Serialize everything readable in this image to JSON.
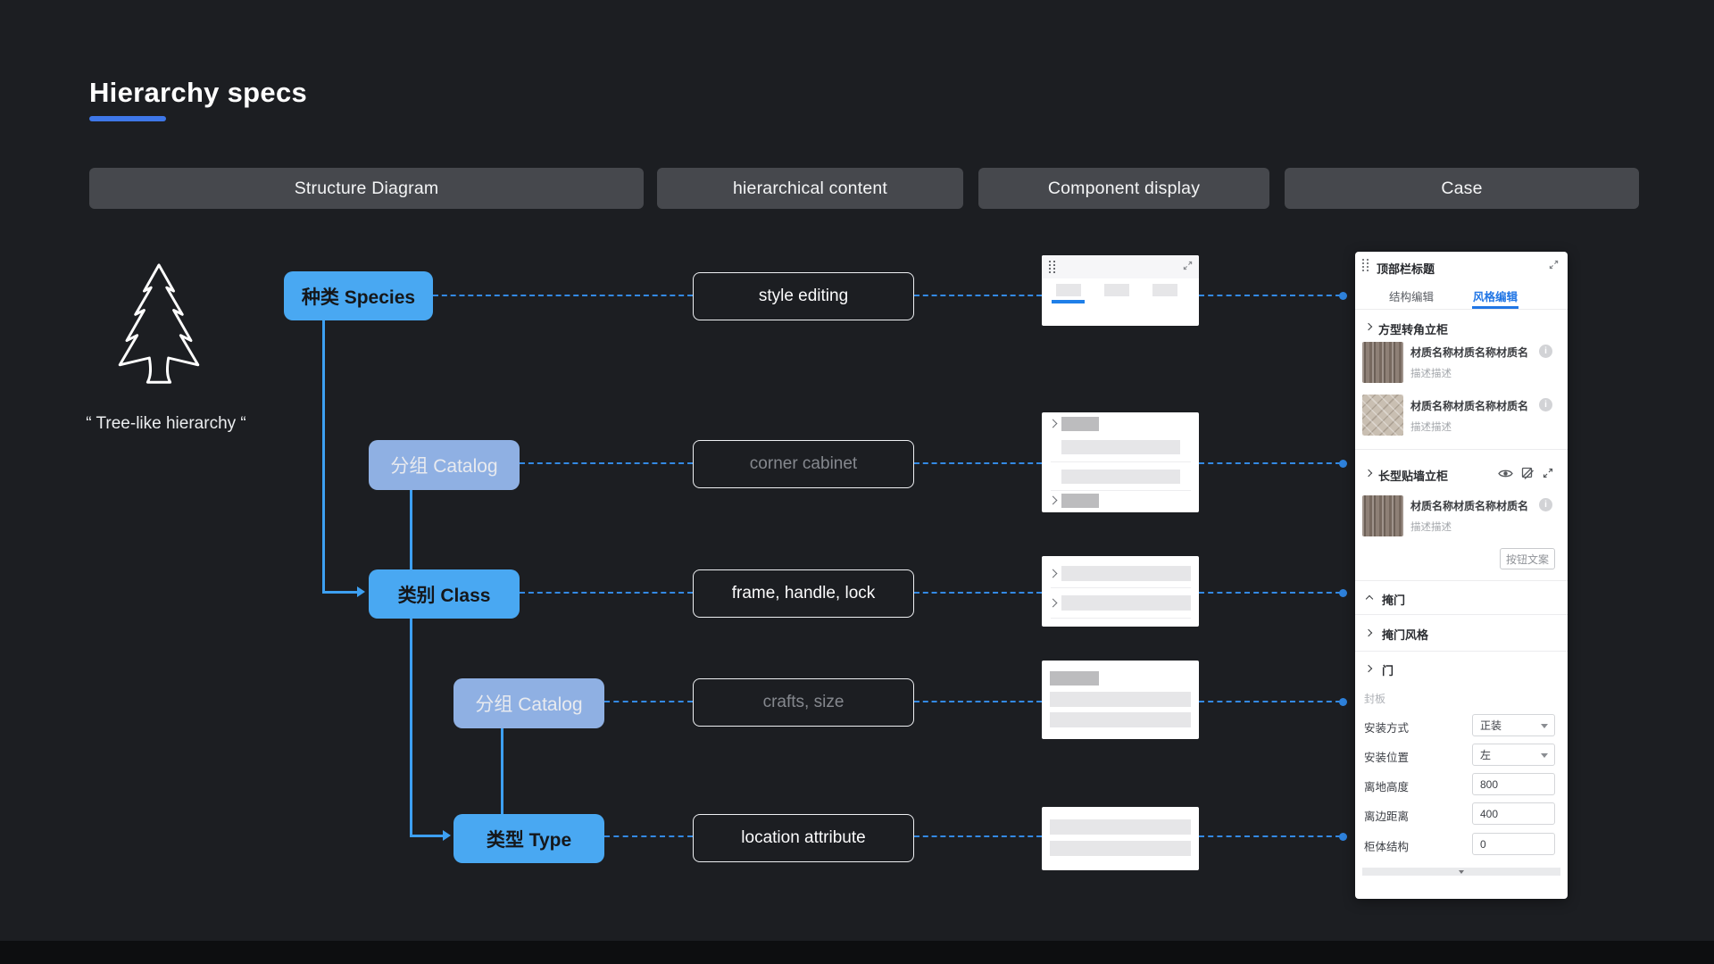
{
  "header": {
    "title": "Hierarchy specs"
  },
  "nav_tabs": [
    {
      "label": "Structure Diagram"
    },
    {
      "label": "hierarchical content"
    },
    {
      "label": "Component display"
    },
    {
      "label": "Case"
    }
  ],
  "tree": {
    "caption": "“ Tree-like hierarchy “"
  },
  "diagram": {
    "nodes": [
      {
        "label": "种类 Species",
        "variant": "bright"
      },
      {
        "label": "分组 Catalog",
        "variant": "muted"
      },
      {
        "label": "类别 Class",
        "variant": "bright"
      },
      {
        "label": "分组 Catalog",
        "variant": "muted"
      },
      {
        "label": "类型 Type",
        "variant": "bright"
      }
    ],
    "labels": [
      {
        "text": "style editing",
        "muted": false
      },
      {
        "text": "corner cabinet",
        "muted": true
      },
      {
        "text": "frame, handle, lock",
        "muted": false
      },
      {
        "text": "crafts, size",
        "muted": true
      },
      {
        "text": "location attribute",
        "muted": false
      }
    ]
  },
  "panel": {
    "title": "顶部栏标题",
    "tabs": [
      {
        "label": "结构编辑",
        "active": false
      },
      {
        "label": "风格编辑",
        "active": true
      }
    ],
    "sections": [
      {
        "title": "方型转角立柜"
      },
      {
        "title": "长型贴墙立柜"
      }
    ],
    "materials": [
      {
        "name": "材质名称材质名称材质名",
        "desc": "描述描述"
      },
      {
        "name": "材质名称材质名称材质名",
        "desc": "描述描述"
      },
      {
        "name": "材质名称材质名称材质名",
        "desc": "描述描述"
      }
    ],
    "button_label": "按钮文案",
    "collapse_rows": [
      {
        "label": "掩门",
        "state": "expanded"
      },
      {
        "label": "掩门风格",
        "state": "collapsed"
      },
      {
        "label": "门",
        "state": "collapsed"
      }
    ],
    "fieldset_label": "封板",
    "fields": [
      {
        "label": "安装方式",
        "value": "正装",
        "type": "select"
      },
      {
        "label": "安装位置",
        "value": "左",
        "type": "select"
      },
      {
        "label": "离地高度",
        "value": "800",
        "type": "input"
      },
      {
        "label": "离边距离",
        "value": "400",
        "type": "input"
      },
      {
        "label": "柜体结构",
        "value": "0",
        "type": "input"
      }
    ]
  },
  "icons": {
    "drag-handle-icon": "⠿",
    "expand-icon": "⤢",
    "eye-icon": "◉",
    "material-hidden-icon": "▨",
    "info-icon": "i",
    "chevron-right-icon": "›",
    "chevron-up-icon": "ˆ",
    "caret-down-icon": "▾"
  },
  "colors": {
    "background": "#1c1e22",
    "accent_blue": "#3e77e8",
    "node_bright": "#49a8f2",
    "node_muted": "#8fb0e3",
    "connector_solid": "#3da0f2",
    "connector_dotted": "#3389e4",
    "nav_button_bg": "#46484d",
    "panel_tab_active": "#2176e5",
    "card_bg": "#ffffff"
  }
}
